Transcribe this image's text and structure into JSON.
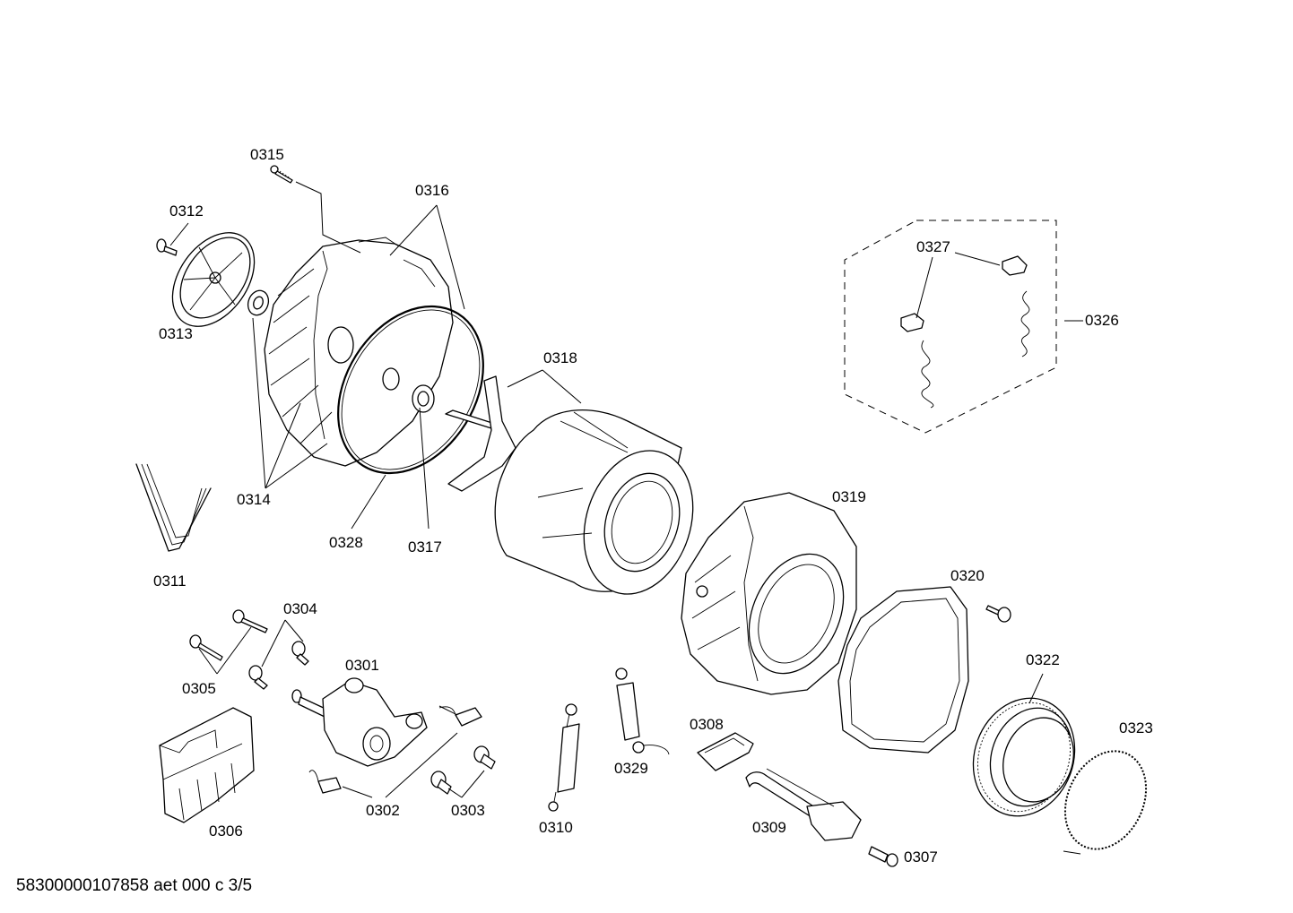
{
  "labels": {
    "p0301": "0301",
    "p0302": "0302",
    "p0303": "0303",
    "p0304": "0304",
    "p0305": "0305",
    "p0306": "0306",
    "p0307": "0307",
    "p0308": "0308",
    "p0309": "0309",
    "p0310": "0310",
    "p0311": "0311",
    "p0312": "0312",
    "p0313": "0313",
    "p0314": "0314",
    "p0315": "0315",
    "p0316": "0316",
    "p0317": "0317",
    "p0318": "0318",
    "p0319": "0319",
    "p0320": "0320",
    "p0322": "0322",
    "p0323": "0323",
    "p0326": "0326",
    "p0327": "0327",
    "p0328": "0328",
    "p0329": "0329"
  },
  "footer": "58300000107858 aet 000 c 3/5"
}
